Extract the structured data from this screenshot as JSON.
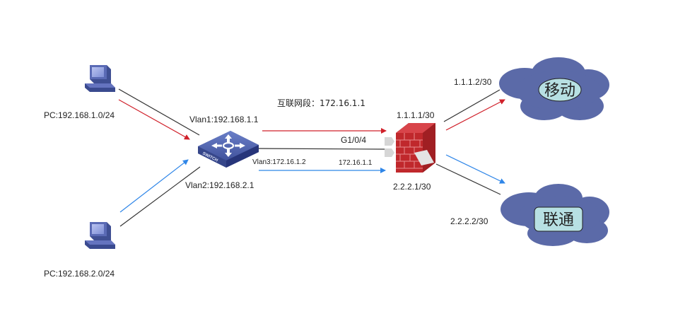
{
  "colors": {
    "link": "#333333",
    "flow_vlan1": "#d0202a",
    "flow_vlan2": "#2f86e8",
    "device_blue": "#4a5a9e",
    "cloud_fill": "#5b6aa8",
    "cloud_label_fill": "#b7e0e3",
    "firewall_red": "#c0282c"
  },
  "nodes": {
    "pc1": {
      "label": "PC:192.168.1.0/24",
      "icon": "pc-icon"
    },
    "pc2": {
      "label": "PC:192.168.2.0/24",
      "icon": "pc-icon"
    },
    "switch": {
      "icon": "switch-icon",
      "badge": "SWITCH",
      "vlan1": "Vlan1:192.168.1.1",
      "vlan2": "Vlan2:192.168.2.1",
      "vlan3": "Vlan3:172.16.1.2"
    },
    "firewall": {
      "icon": "firewall-icon",
      "top_ip": "1.1.1.1/30",
      "bottom_ip": "2.2.2.1/30",
      "port": "G1/0/4",
      "inside_ip": "172.16.1.1"
    },
    "isp_mobile": {
      "label": "移动",
      "peer_ip": "1.1.1.2/30",
      "icon": "cloud-icon"
    },
    "isp_unicom": {
      "label": "联通",
      "peer_ip": "2.2.2.2/30",
      "icon": "cloud-icon"
    }
  },
  "annotations": {
    "interconnect": "互联网段：172.16.1.1"
  }
}
